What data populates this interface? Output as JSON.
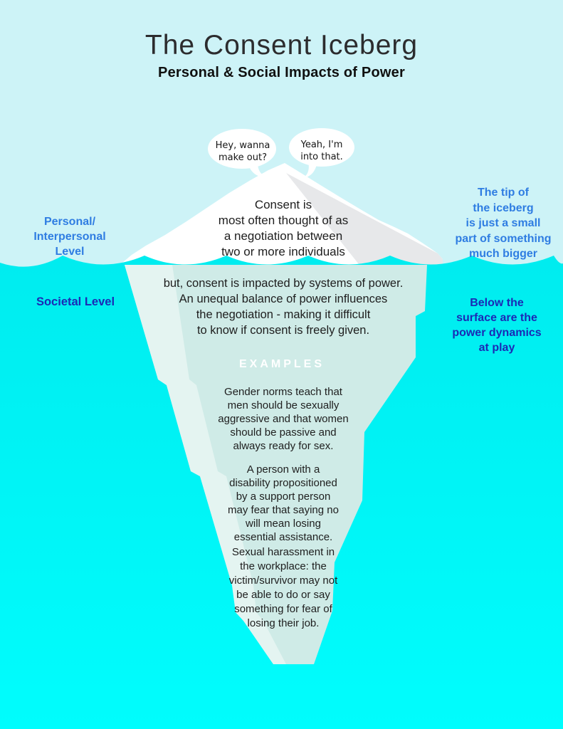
{
  "page": {
    "title": "The Consent Iceberg",
    "subtitle": "Personal & Social Impacts of Power"
  },
  "speech": {
    "left_bubble": [
      "Hey, wanna",
      "make out?"
    ],
    "right_bubble": [
      "Yeah, I'm",
      "into that."
    ]
  },
  "labels": {
    "personal_level": [
      "Personal/",
      "Interpersonal",
      "Level"
    ],
    "tip_note": [
      "The tip of",
      "the iceberg",
      "is just a small",
      "part of something",
      "much bigger"
    ],
    "societal_level": "Societal Level",
    "below_note": [
      "Below the",
      "surface are the",
      "power dynamics",
      "at play"
    ]
  },
  "iceberg": {
    "tip_caption": [
      "Consent is",
      "most often thought of as",
      "a negotiation between",
      "two or more individuals"
    ],
    "body_caption": [
      "but, consent is impacted by systems of power.",
      "An unequal balance of power influences",
      "the negotiation - making it difficult",
      "to know if consent is freely given."
    ],
    "examples_heading": "EXAMPLES",
    "examples": [
      [
        "Gender norms teach that",
        "men should be sexually",
        "aggressive and that women",
        "should be passive and",
        "always ready for sex."
      ],
      [
        "A person with a",
        "disability propositioned",
        "by a support person",
        "may fear that saying no",
        "will mean losing",
        "essential assistance."
      ],
      [
        "Sexual harassment in",
        "the workplace: the",
        "victim/survivor may not",
        "be able to do or say",
        "something for fear of",
        "losing their job."
      ]
    ]
  },
  "colors": {
    "sky": "#cdf3f7",
    "water_top": "#00ecef",
    "water_bottom": "#00fdfd",
    "berg_white": "#ffffff",
    "berg_shade": "#e7e8ea",
    "berg_submerged": "#cfebe7",
    "berg_submerged_light": "#e4f4f1",
    "bubble_fill": "#ffffff",
    "title_color": "#2c2c2e",
    "text_dark": "#1e1e1e",
    "blue_label": "#2f7de2",
    "navy_label": "#1b2ab5",
    "examples_white": "#ffffff"
  }
}
